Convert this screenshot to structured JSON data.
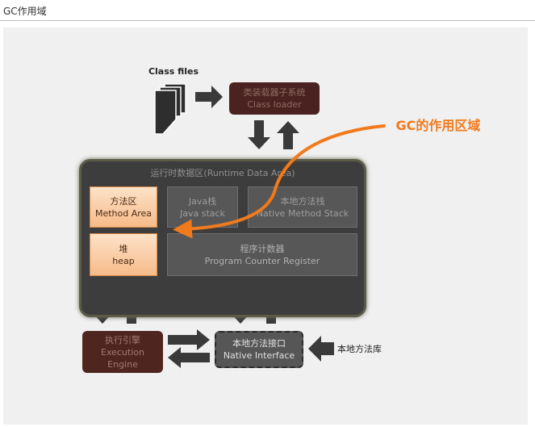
{
  "header": {
    "title": "GC作用域"
  },
  "diagram": {
    "class_files_label": "Class files",
    "class_loader": {
      "line1": "类装载器子系统",
      "line2": "Class loader"
    },
    "gc_label": "GC的作用区域",
    "runtime_area": {
      "title": "运行时数据区(Runtime Data Area)"
    },
    "method_area": {
      "line1": "方法区",
      "line2": "Method Area"
    },
    "java_stack": {
      "line1": "Java栈",
      "line2": "Java stack"
    },
    "native_stack": {
      "line1": "本地方法栈",
      "line2": "Native Method Stack"
    },
    "heap": {
      "line1": "堆",
      "line2": "heap"
    },
    "pc_register": {
      "line1": "程序计数器",
      "line2": "Program Counter Register"
    },
    "execution_engine": {
      "line1": "执行引擎",
      "line2": "Execution",
      "line3": "Engine"
    },
    "native_interface": {
      "line1": "本地方法接口",
      "line2": "Native Interface"
    },
    "native_library_label": "本地方法库"
  },
  "colors": {
    "arrow_dark": "#3a3a3a",
    "gc_orange": "#f07a1c",
    "highlight_orange": "#f6bb8a",
    "maroon": "#4f2520"
  }
}
